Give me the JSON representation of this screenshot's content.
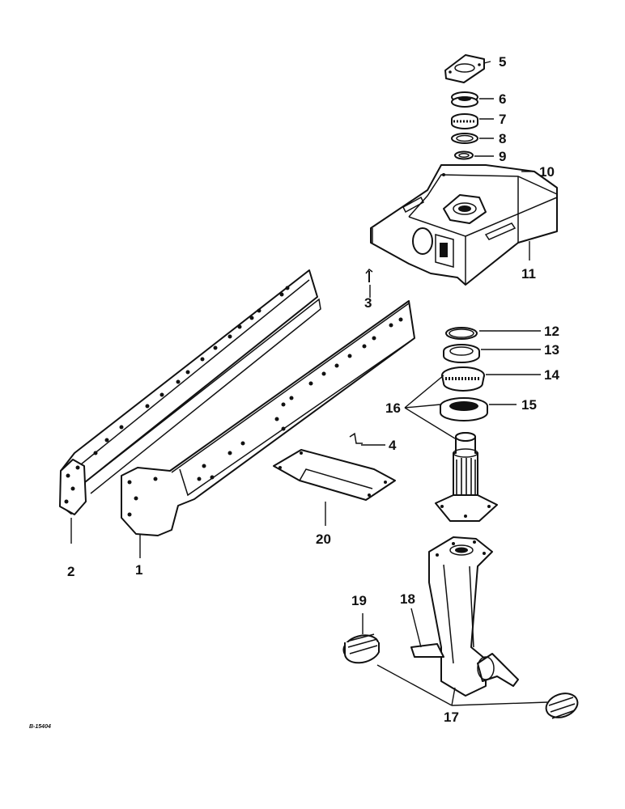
{
  "diagram": {
    "code": "B-15404",
    "callouts": [
      "1",
      "2",
      "3",
      "4",
      "5",
      "6",
      "7",
      "8",
      "9",
      "10",
      "11",
      "12",
      "13",
      "14",
      "15",
      "16",
      "17",
      "18",
      "19",
      "20"
    ]
  }
}
